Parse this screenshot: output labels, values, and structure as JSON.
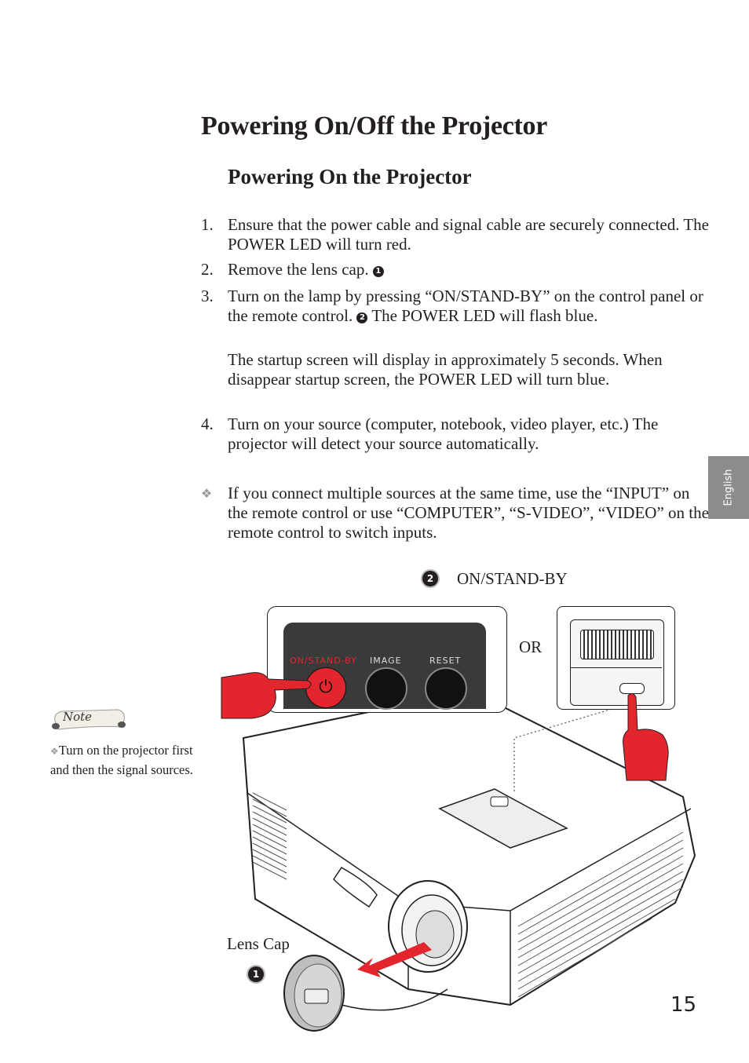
{
  "page": {
    "title": "Powering On/Off the Projector",
    "subtitle": "Powering On the Projector",
    "page_number": "15",
    "side_tab": "English"
  },
  "steps": [
    {
      "num": "1.",
      "text": "Ensure that the power cable and signal cable are securely connected. The POWER LED will turn red."
    },
    {
      "num": "2.",
      "text": "Remove the lens cap.",
      "marker": "1"
    },
    {
      "num": "3.",
      "text_a": "Turn on the lamp by pressing “ON/STAND-BY” on the control panel or the remote control.",
      "marker": "2",
      "text_b": "The POWER LED will flash blue."
    },
    {
      "num": "",
      "text": "The startup screen will display in approximately 5 seconds. When disappear startup screen, the POWER LED will turn blue."
    },
    {
      "num": "4.",
      "text": "Turn on your source (computer, notebook, video player, etc.) The projector will detect your source automatically."
    }
  ],
  "tip": {
    "text": "If you connect multiple sources at the same time, use the “INPUT” on the remote control or use “COMPUTER”, “S-VIDEO”, “VIDEO” on the remote control to switch inputs."
  },
  "note": {
    "banner": "Note",
    "text": "Turn on the projector first and then the signal sources."
  },
  "figure": {
    "badge_2": "2",
    "label_onstandby": "ON/STAND-BY",
    "label_or": "OR",
    "badge_1": "1",
    "label_lens_cap": "Lens Cap",
    "panel_on": "ON/STAND-BY",
    "panel_image": "IMAGE",
    "panel_reset": "RESET"
  },
  "colors": {
    "text": "#231f20",
    "tab": "#8a8c8e",
    "accent_red": "#e3262e",
    "panel": "#3a3a3a"
  }
}
